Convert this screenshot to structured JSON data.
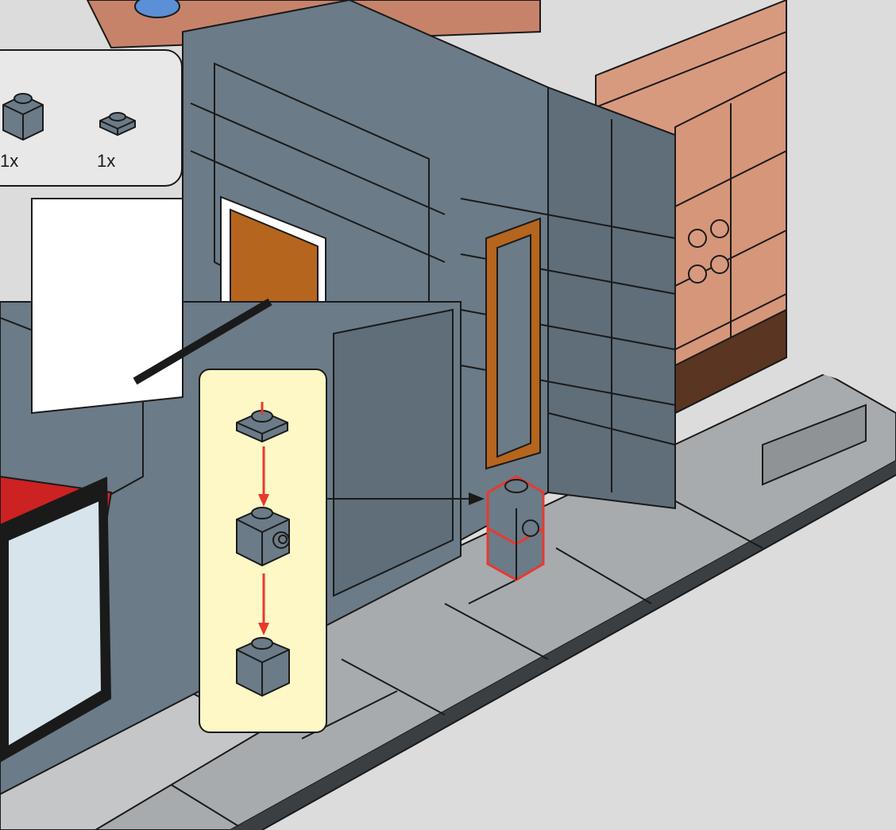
{
  "parts_callout": {
    "parts": [
      {
        "name": "brick-1x1",
        "color": "#6b7b87",
        "qty": "1x"
      },
      {
        "name": "plate-1x1",
        "color": "#6b7b87",
        "qty": "1x"
      }
    ]
  },
  "sub_assembly": {
    "steps": [
      "plate-1x1",
      "brick-1x1-with-side-stud",
      "brick-1x1"
    ],
    "arrow_color": "#e8392f"
  },
  "colors": {
    "dark_bluish_gray": "#6b7b87",
    "light_bluish_gray": "#a8abad",
    "nougat": "#d89a7f",
    "brown": "#b5651d",
    "background": "#dcdcdc",
    "highlight": "#e8392f"
  }
}
